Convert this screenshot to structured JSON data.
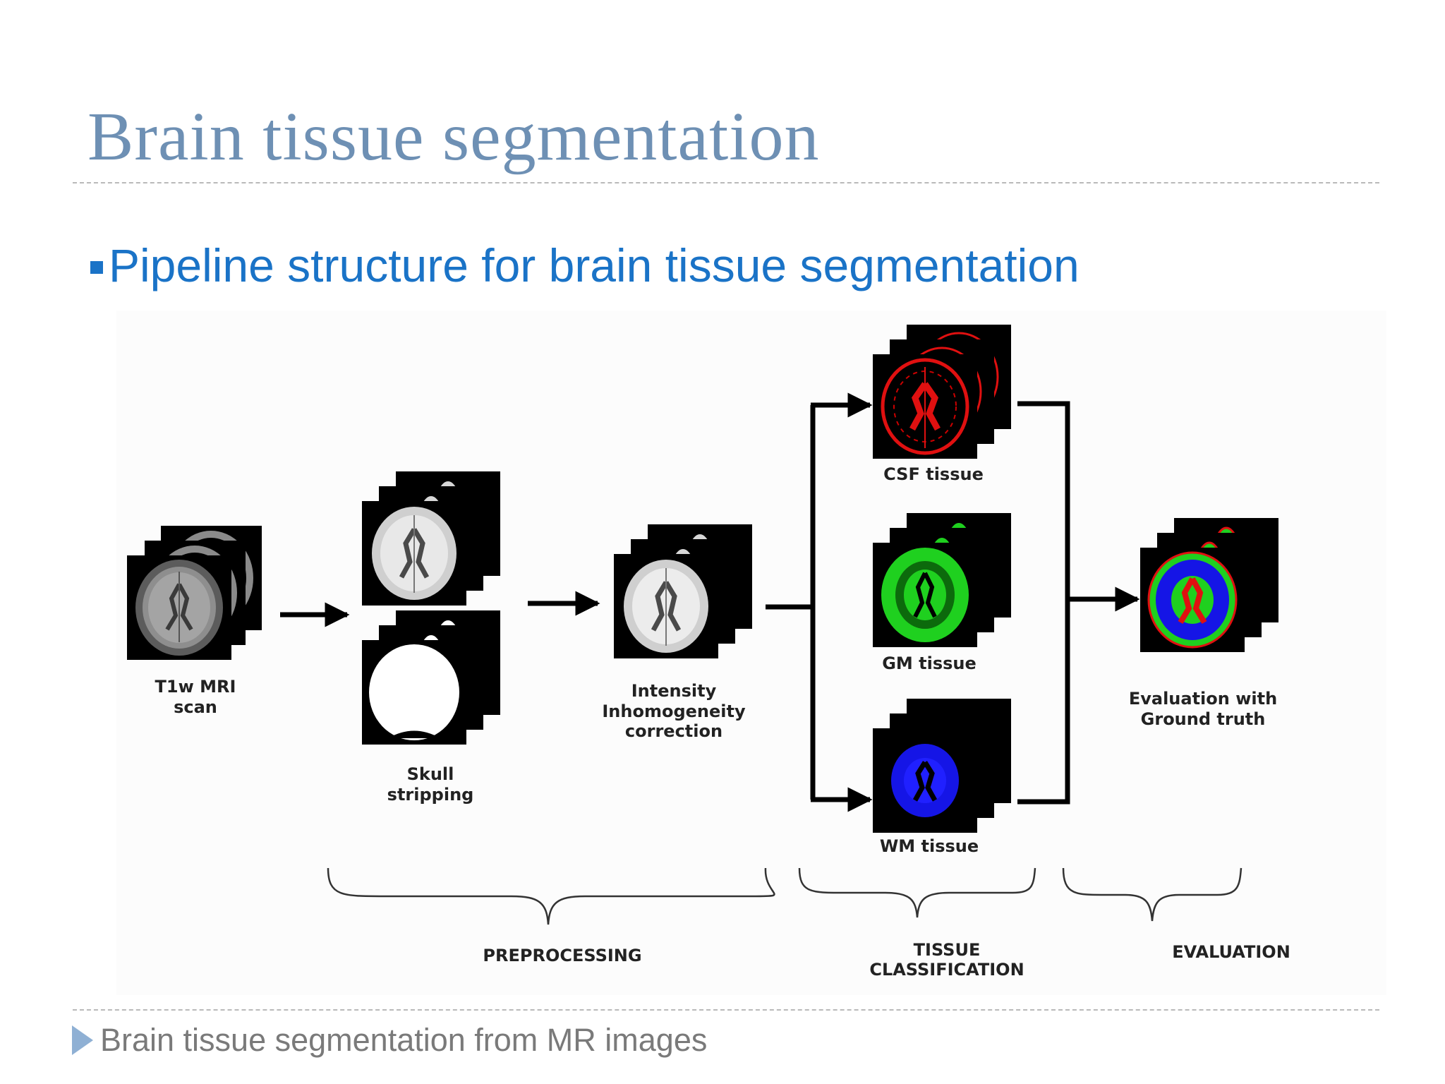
{
  "slide": {
    "title": "Brain tissue segmentation",
    "bullet": "Pipeline structure for brain tissue segmentation",
    "footer": "Brain tissue segmentation from MR images"
  },
  "colors": {
    "title": "#6e90b4",
    "bullet": "#1a73c7",
    "footer_text": "#7a7a7a",
    "footer_arrow": "#8fb0d4",
    "csf": "#e01010",
    "gm": "#1fd01f",
    "wm": "#1515e6"
  },
  "diagram": {
    "stages": {
      "t1w": [
        "T1w MRI",
        "scan"
      ],
      "skull": [
        "Skull",
        "stripping"
      ],
      "intensity": [
        "Intensity",
        "Inhomogeneity",
        "correction"
      ],
      "csf": "CSF tissue",
      "gm": "GM tissue",
      "wm": "WM tissue",
      "evaluation": [
        "Evaluation with",
        "Ground truth"
      ]
    },
    "groups": {
      "preprocessing": "PREPROCESSING",
      "tissue": [
        "TISSUE",
        "CLASSIFICATION"
      ],
      "evaluation": "EVALUATION"
    }
  }
}
